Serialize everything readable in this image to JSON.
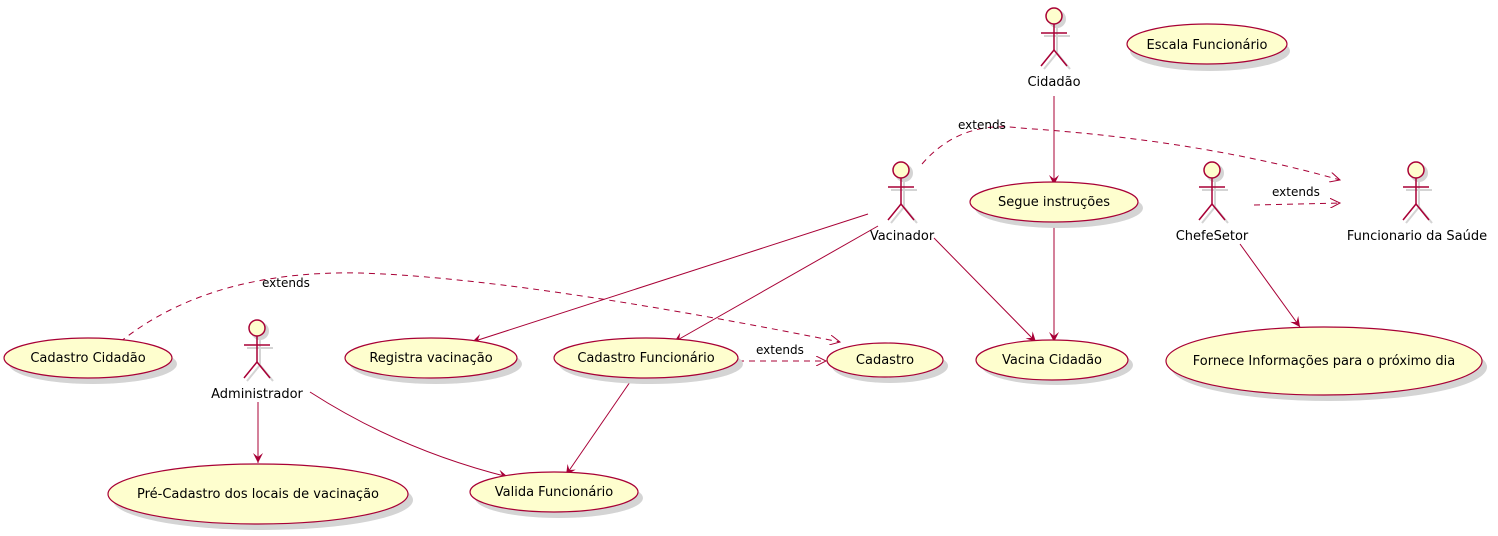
{
  "colors": {
    "line": "#A80036",
    "fill": "#FEFECE",
    "shadow": "#d4d4d4"
  },
  "actors": {
    "cidadao": "Cidadão",
    "vacinador": "Vacinador",
    "chefe_setor": "ChefeSetor",
    "funcionario_saude": "Funcionario da Saúde",
    "administrador": "Administrador"
  },
  "use_cases": {
    "escala_funcionario": "Escala Funcionário",
    "segue_instrucoes": "Segue instruções",
    "vacina_cidadao": "Vacina Cidadão",
    "fornece_informacoes": "Fornece Informações para o próximo dia",
    "cadastro_cidadao": "Cadastro Cidadão",
    "registra_vacinacao": "Registra vacinação",
    "cadastro_funcionario": "Cadastro Funcionário",
    "cadastro": "Cadastro",
    "pre_cadastro": "Pré-Cadastro dos locais de vacinação",
    "valida_funcionario": "Valida Funcionário"
  },
  "relations": {
    "extends_vacinador": "extends",
    "extends_chefe": "extends",
    "extends_cadastro_cidadao": "extends",
    "extends_cadastro_funcionario": "extends"
  }
}
